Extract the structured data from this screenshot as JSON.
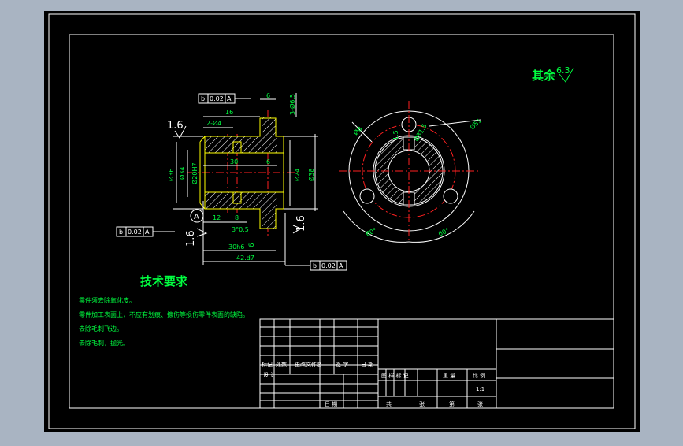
{
  "colors": {
    "paper": "#000000",
    "frame": "#ffffff",
    "text": "#00ff40",
    "center": "#ff2020",
    "outline": "#ffff00",
    "viewport": "#a9b4c2"
  },
  "roughness": {
    "label": "其余",
    "value": "6.3"
  },
  "front_view": {
    "roughness_top_left": "1.6",
    "roughness_bottom_left": "1.6",
    "roughness_right": "1.6",
    "datum_letter": "A",
    "tol_top": {
      "symbol": "b",
      "value": "0.02",
      "datum": "A"
    },
    "tol_left": {
      "symbol": "b",
      "value": "0.02",
      "datum": "A"
    },
    "tol_bottom": {
      "symbol": "b",
      "value": "0.02",
      "datum": "A"
    },
    "dims": {
      "d6_top": "6",
      "d16": "16",
      "d2x4": "2-Ø4",
      "d3x65": "3-Ø6.5",
      "d30": "30",
      "d6_mid": "6",
      "d36": "Ø36",
      "d34": "Ø34",
      "d20": "Ø20H7",
      "d24": "Ø24",
      "d38": "Ø38",
      "d12": "12",
      "d8": "8",
      "d3x05": "3°0.5",
      "d6_bot": "6",
      "d30h6": "30h6",
      "d42": "42.d7"
    }
  },
  "side_view": {
    "dims": {
      "d8": "Ø8",
      "d15": "1.5",
      "d35": "Ø31.5",
      "d51": "Ø51",
      "a60l": "60°",
      "a60r": "60°"
    }
  },
  "tech": {
    "title": "技术要求",
    "items": [
      "零件须去除氧化皮。",
      "零件加工表面上，不应有划痕、擦伤等损伤零件表面的缺陷。",
      "去除毛刺飞边。",
      "去除毛刺，抛光。"
    ]
  },
  "title_block": {
    "row_labels": [
      "标记",
      "处数",
      "更改文件名",
      "签 字",
      "日 期"
    ],
    "design": "设 计",
    "date": "日 期",
    "stage_labels": [
      "图 样 标 记",
      "重 量",
      "比 例"
    ],
    "scale": "1:1",
    "sheet_labels": [
      "共",
      "张",
      "第",
      "张"
    ]
  }
}
